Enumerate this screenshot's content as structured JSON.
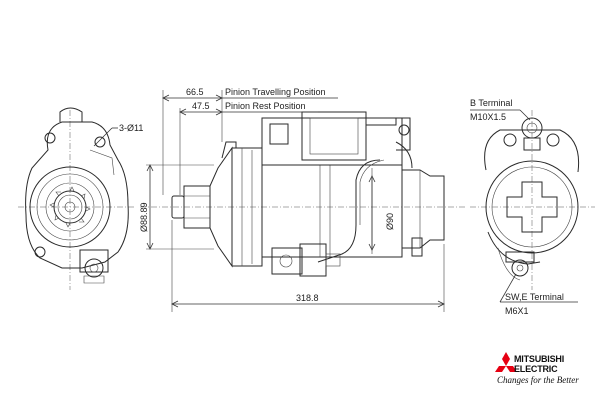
{
  "labels": {
    "bolt_holes": "3-Ø11",
    "pinion_travel_dim": "66.5",
    "pinion_travel_label": "Pinion Travelling Position",
    "pinion_rest_dim": "47.5",
    "pinion_rest_label": "Pinion Rest Position",
    "pilot_diameter": "Ø88.89",
    "body_diameter": "Ø90",
    "overall_length": "318.8",
    "b_terminal": "B Terminal",
    "b_terminal_thread": "M10X1.5",
    "swe_terminal": "SW,E Terminal",
    "swe_terminal_thread": "M6X1"
  },
  "brand": {
    "name_line1": "MITSUBISHI",
    "name_line2": "ELECTRIC",
    "tagline": "Changes for the Better",
    "logo_color": "#e60012"
  }
}
